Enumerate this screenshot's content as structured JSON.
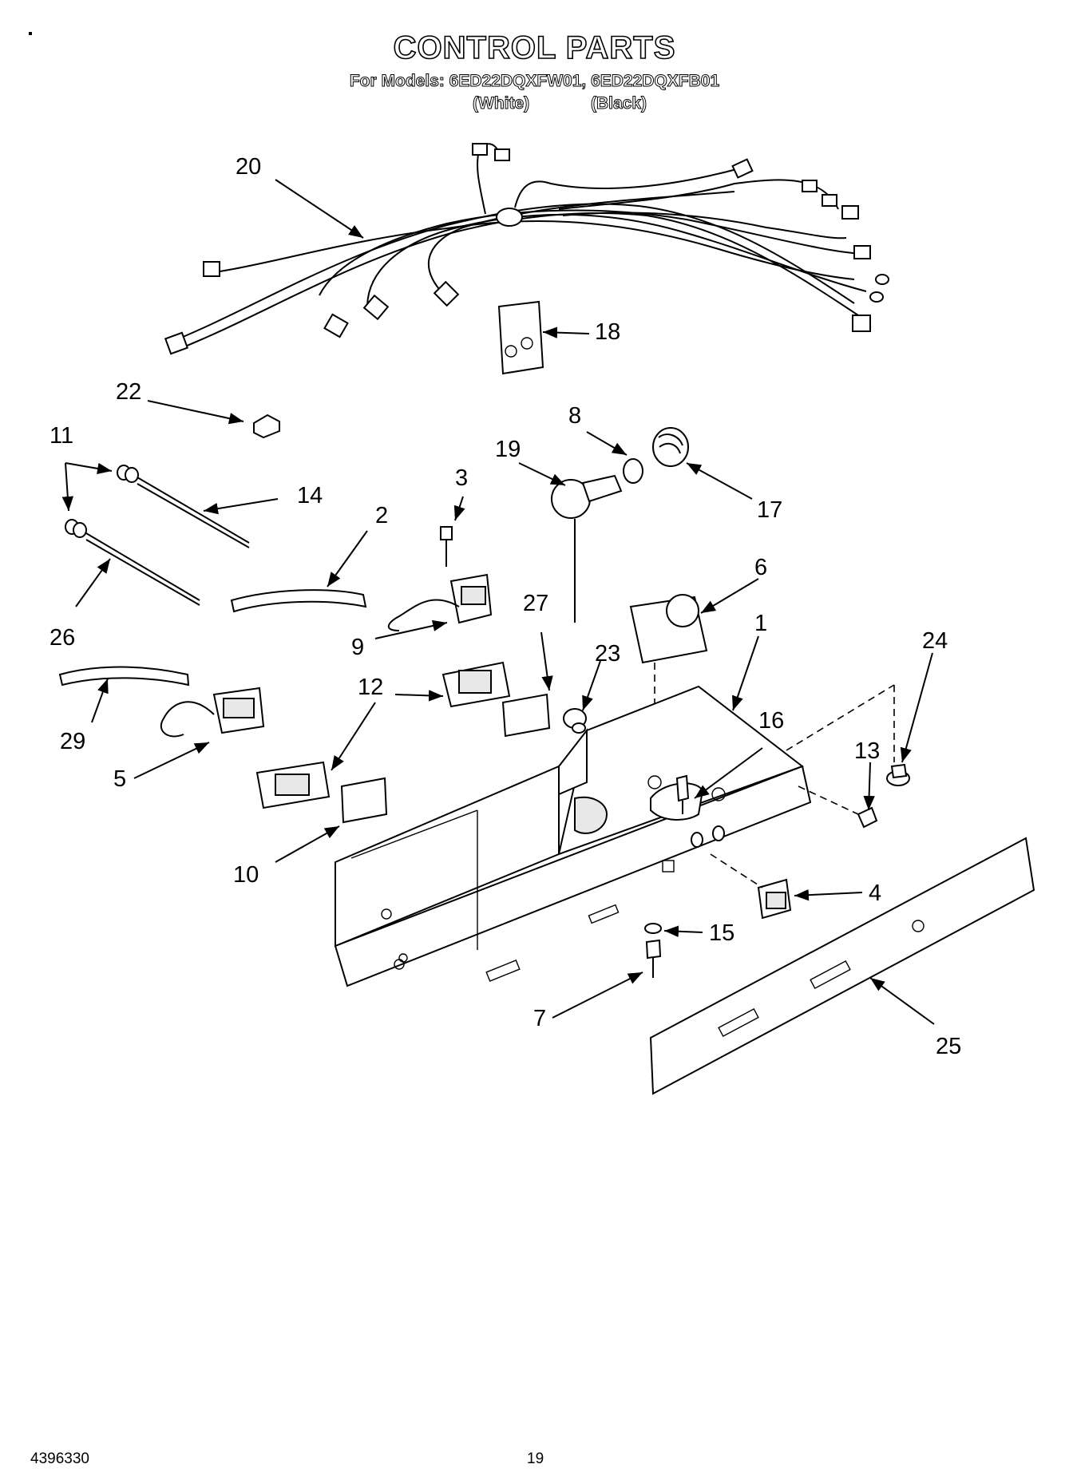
{
  "header": {
    "title": "CONTROL PARTS",
    "models_line": "For Models: 6ED22DQXFW01, 6ED22DQXFB01",
    "variant_white": "(White)",
    "variant_black": "(Black)"
  },
  "footer": {
    "doc_number": "4396330",
    "page_number": "19"
  },
  "callouts": [
    {
      "id": "20",
      "label": "20"
    },
    {
      "id": "18",
      "label": "18"
    },
    {
      "id": "22",
      "label": "22"
    },
    {
      "id": "11",
      "label": "11"
    },
    {
      "id": "14",
      "label": "14"
    },
    {
      "id": "26",
      "label": "26"
    },
    {
      "id": "8",
      "label": "8"
    },
    {
      "id": "19",
      "label": "19"
    },
    {
      "id": "17",
      "label": "17"
    },
    {
      "id": "3",
      "label": "3"
    },
    {
      "id": "2",
      "label": "2"
    },
    {
      "id": "9",
      "label": "9"
    },
    {
      "id": "6",
      "label": "6"
    },
    {
      "id": "27",
      "label": "27"
    },
    {
      "id": "1",
      "label": "1"
    },
    {
      "id": "24",
      "label": "24"
    },
    {
      "id": "23",
      "label": "23"
    },
    {
      "id": "12",
      "label": "12"
    },
    {
      "id": "16",
      "label": "16"
    },
    {
      "id": "13",
      "label": "13"
    },
    {
      "id": "29",
      "label": "29"
    },
    {
      "id": "5",
      "label": "5"
    },
    {
      "id": "10",
      "label": "10"
    },
    {
      "id": "4",
      "label": "4"
    },
    {
      "id": "15",
      "label": "15"
    },
    {
      "id": "7",
      "label": "7"
    },
    {
      "id": "25",
      "label": "25"
    }
  ]
}
